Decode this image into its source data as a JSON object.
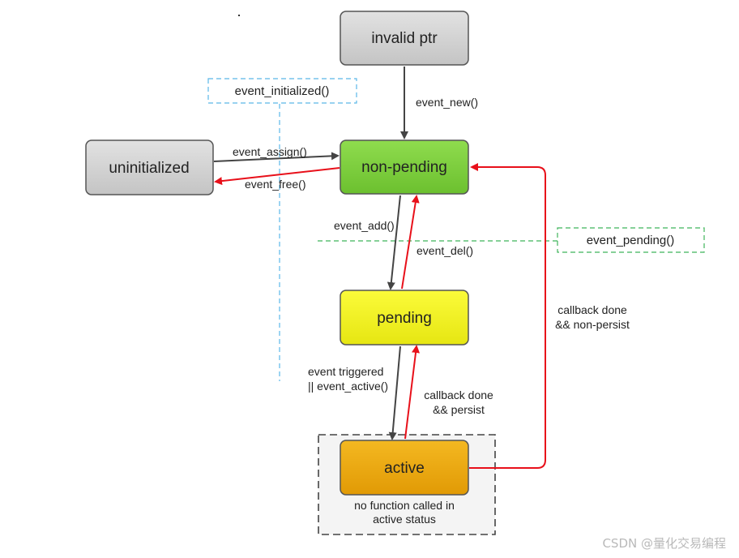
{
  "states": {
    "invalid_ptr": {
      "label": "invalid ptr",
      "color": "#d3d3d3"
    },
    "uninitialized": {
      "label": "uninitialized",
      "color": "#d3d3d3"
    },
    "non_pending": {
      "label": "non-pending",
      "color": "#7ccf3e"
    },
    "pending": {
      "label": "pending",
      "color": "#f4f41e"
    },
    "active": {
      "label": "active",
      "color": "#eeaa0a"
    }
  },
  "transitions": {
    "event_new": "event_new()",
    "event_assign": "event_assign()",
    "event_free": "event_free()",
    "event_add": "event_add()",
    "event_del": "event_del()",
    "triggered_line1": "event triggered",
    "triggered_line2": "|| event_active()",
    "persist_line1": "callback done",
    "persist_line2": "&& persist",
    "nonpersist_line1": "callback done",
    "nonpersist_line2": "&& non-persist"
  },
  "queries": {
    "event_initialized": {
      "label": "event_initialized()",
      "color": "#5bb8e8"
    },
    "event_pending": {
      "label": "event_pending()",
      "color": "#3fb55a"
    }
  },
  "active_note": {
    "line1": "no function called in",
    "line2": "active status"
  },
  "colors": {
    "black_arrow": "#444444",
    "red_arrow": "#e8101a"
  },
  "watermark": "CSDN @量化交易编程"
}
